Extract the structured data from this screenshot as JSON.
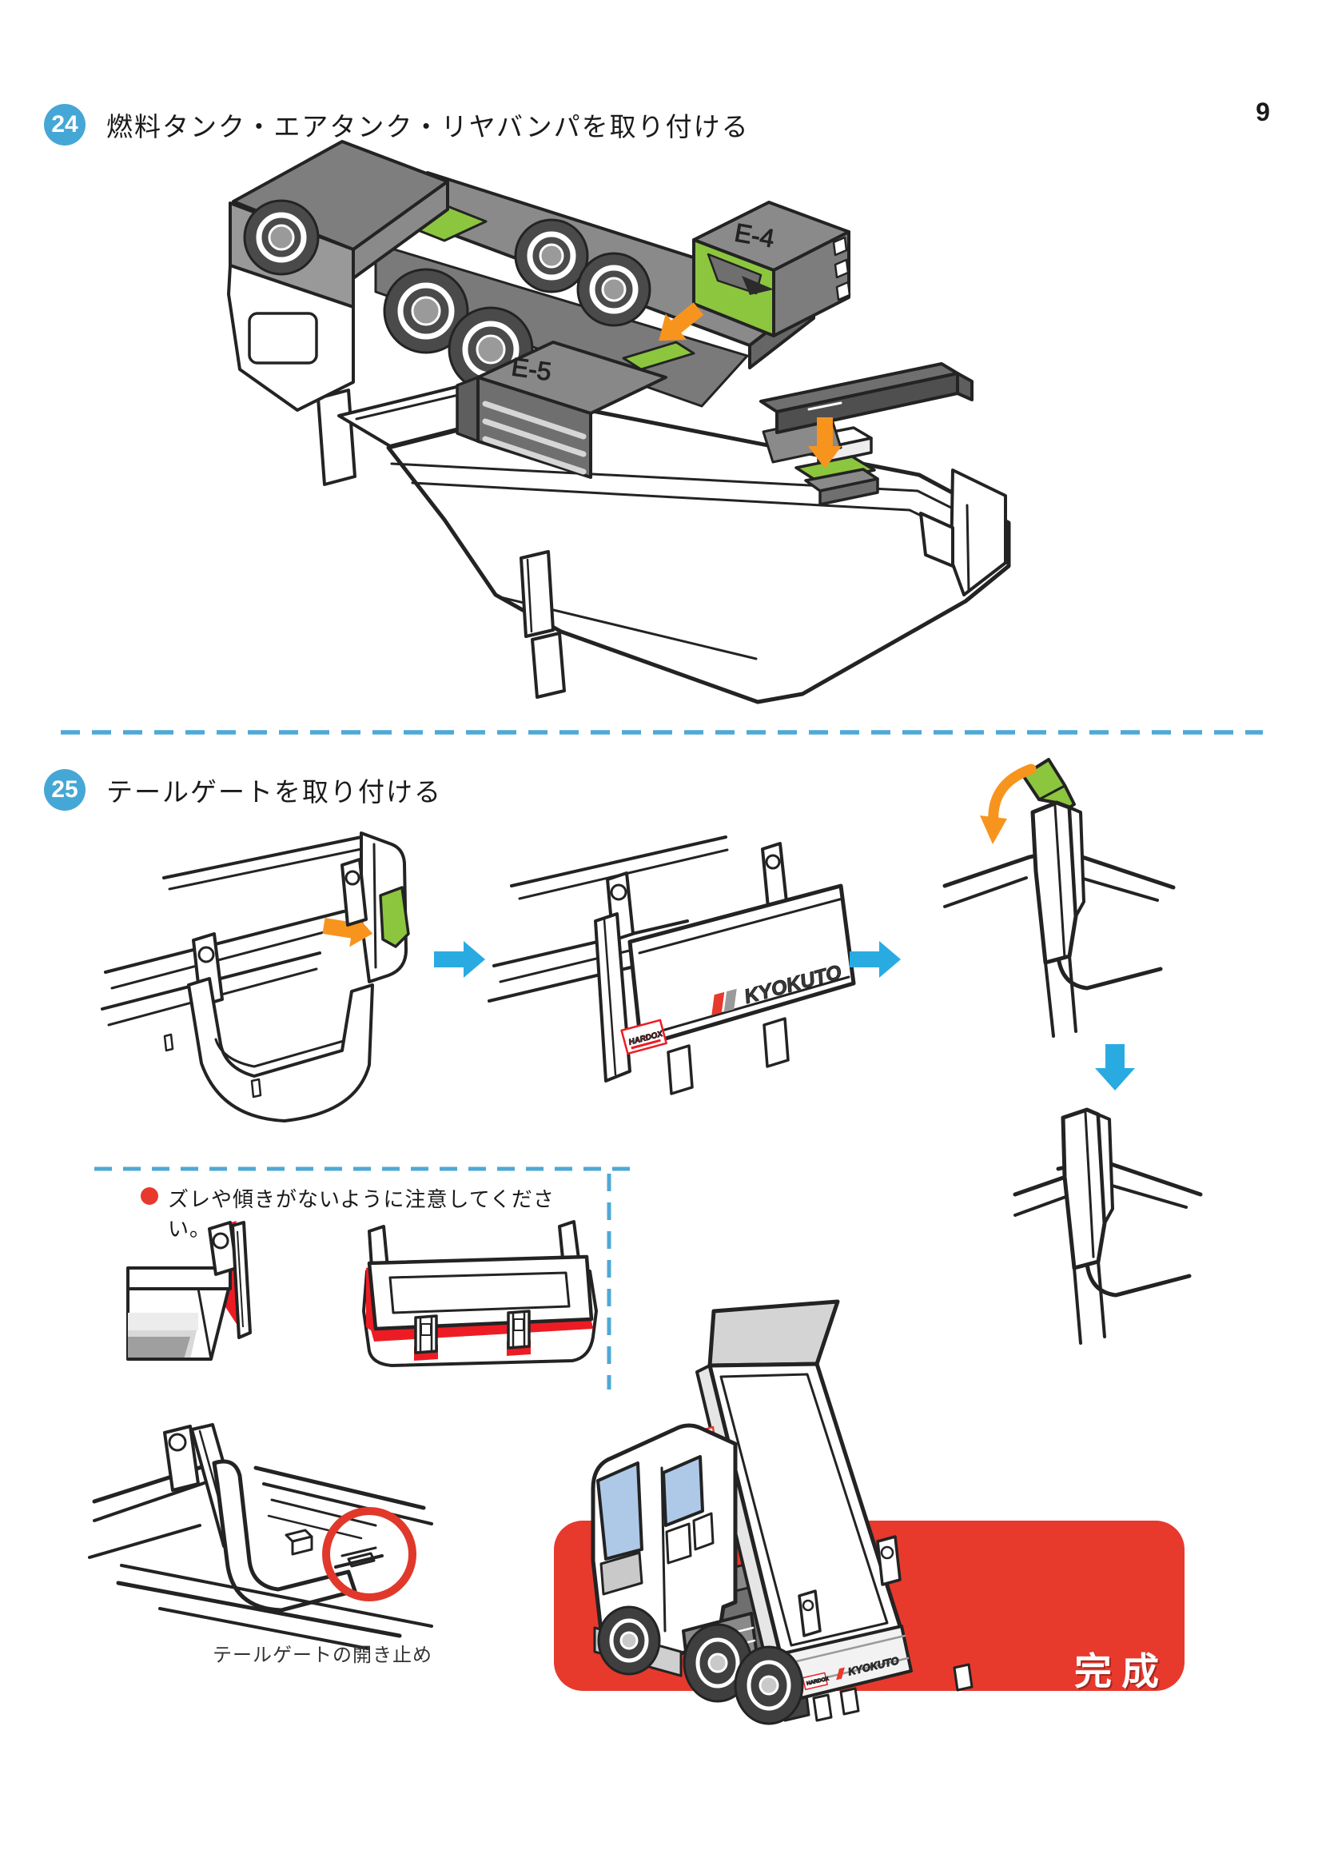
{
  "page": {
    "number": "9"
  },
  "colors": {
    "badge_blue": "#45A7D5",
    "arrow_blue": "#29ABE2",
    "dash_blue": "#4FA8D5",
    "orange": "#F7941E",
    "green": "#8CC63F",
    "red": "#E8392D",
    "highlight_red": "#ED1C24"
  },
  "step24": {
    "number": "24",
    "title": "燃料タンク・エアタンク・リヤバンパを取り付ける",
    "part_e4": "E-4",
    "part_e5": "E-5"
  },
  "step25": {
    "number": "25",
    "title": "テールゲートを取り付ける"
  },
  "note": {
    "text": "ズレや傾きがないように注意してください。"
  },
  "captions": {
    "stopper": "テールゲートの開き止め"
  },
  "completion": {
    "label": "完成"
  },
  "brand": {
    "kyokuto": "KYOKUTO",
    "hardox": "HARDOX"
  }
}
